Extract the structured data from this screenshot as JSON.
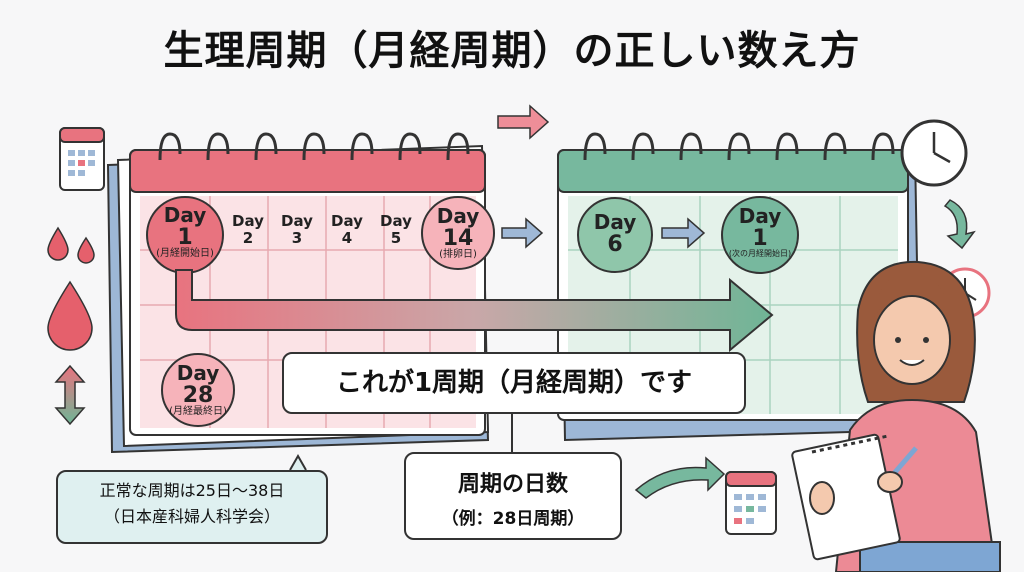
{
  "title": "生理周期（月経周期）の正しい数え方",
  "red_calendar": {
    "day1": {
      "label": "Day",
      "num": "1",
      "sub": "(月経開始日)"
    },
    "small_days": [
      {
        "label": "Day",
        "num": "2"
      },
      {
        "label": "Day",
        "num": "3"
      },
      {
        "label": "Day",
        "num": "4"
      },
      {
        "label": "Day",
        "num": "5"
      }
    ],
    "day14": {
      "label": "Day",
      "num": "14",
      "sub": "(排卵日)"
    },
    "day28": {
      "label": "Day",
      "num": "28",
      "sub": "(月経最終日)"
    }
  },
  "green_calendar": {
    "day6": {
      "label": "Day",
      "num": "6"
    },
    "next_day1": {
      "label": "Day",
      "num": "1",
      "sub": "(次の月経開始日)"
    }
  },
  "cycle_caption": "これが1周期（月経周期）です",
  "cycle_days": {
    "line1": "周期の日数",
    "line2": "（例：28日周期）"
  },
  "normal_note": {
    "line1": "正常な周期は25日〜38日",
    "line2": "（日本産科婦人科学会）"
  },
  "colors": {
    "red": "#e8737f",
    "red_light": "#fbe3e6",
    "green": "#77b89e",
    "green_light": "#e4f2ea",
    "blue": "#9fb8d6"
  }
}
